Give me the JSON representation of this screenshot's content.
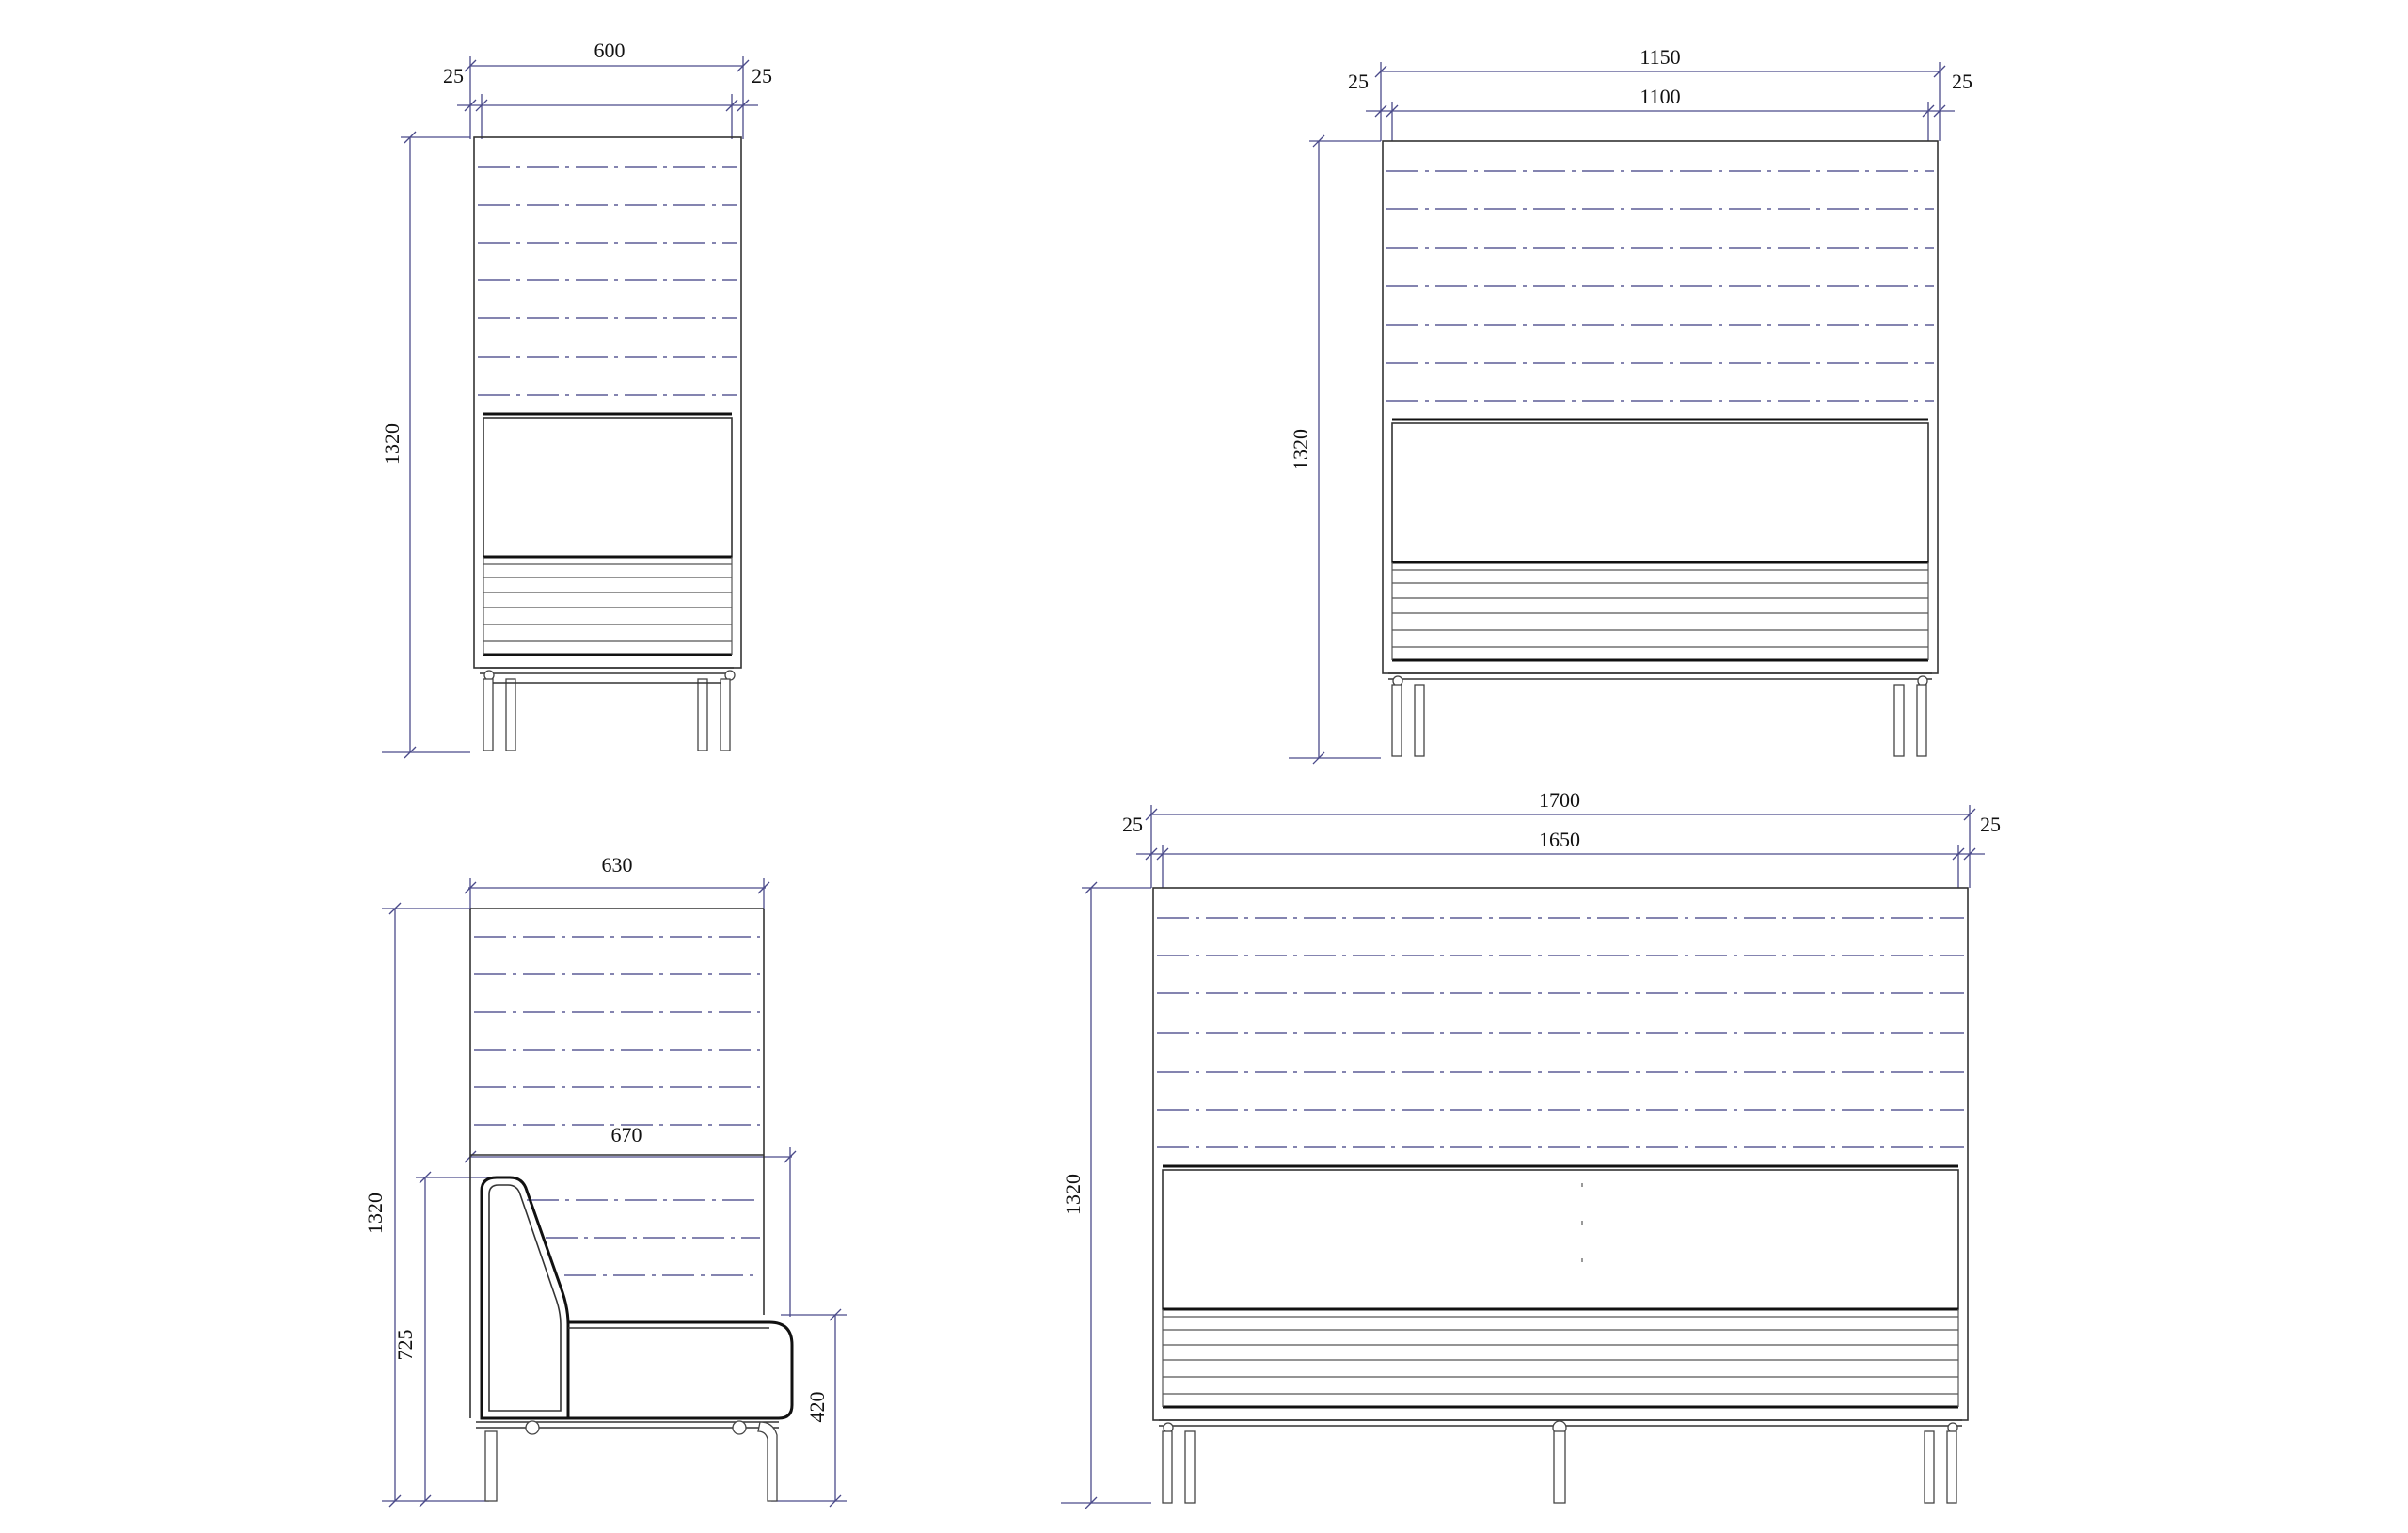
{
  "views": {
    "single_front": {
      "overall_width": "600",
      "left_margin": "25",
      "right_margin": "25",
      "height": "1320"
    },
    "double_front": {
      "overall_width": "1150",
      "inner_width": "1100",
      "left_margin": "25",
      "right_margin": "25",
      "height": "1320"
    },
    "side": {
      "panel_depth": "630",
      "seat_depth": "670",
      "height": "1320",
      "back_height": "725",
      "seat_height": "420"
    },
    "triple_front": {
      "overall_width": "1700",
      "inner_width": "1650",
      "left_margin": "25",
      "right_margin": "25",
      "height": "1320"
    }
  }
}
